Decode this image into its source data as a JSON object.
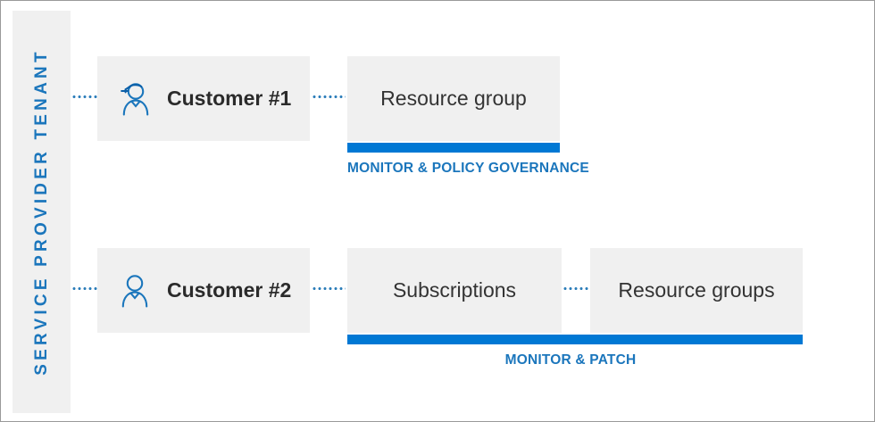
{
  "diagram": {
    "title": "Azure Lighthouse service provider tenant delegation diagram",
    "colors": {
      "accent_blue": "#0078d4",
      "label_blue": "#1b76bc",
      "node_grey": "#f0f0f0",
      "text_dark": "#333333",
      "frame_border": "#9a9a9a"
    }
  },
  "sidebar": {
    "label": "SERVICE PROVIDER TENANT",
    "orientation": "vertical-bottom-to-top"
  },
  "rows": [
    {
      "id": "row-1",
      "customer": {
        "label": "Customer #1",
        "icon": "person-headset-icon"
      },
      "nodes": [
        {
          "label": "Resource group"
        }
      ],
      "bar_caption": "MONITOR & POLICY GOVERNANCE"
    },
    {
      "id": "row-2",
      "customer": {
        "label": "Customer #2",
        "icon": "person-icon"
      },
      "nodes": [
        {
          "label": "Subscriptions"
        },
        {
          "label": "Resource groups"
        }
      ],
      "bar_caption": "MONITOR & PATCH"
    }
  ]
}
